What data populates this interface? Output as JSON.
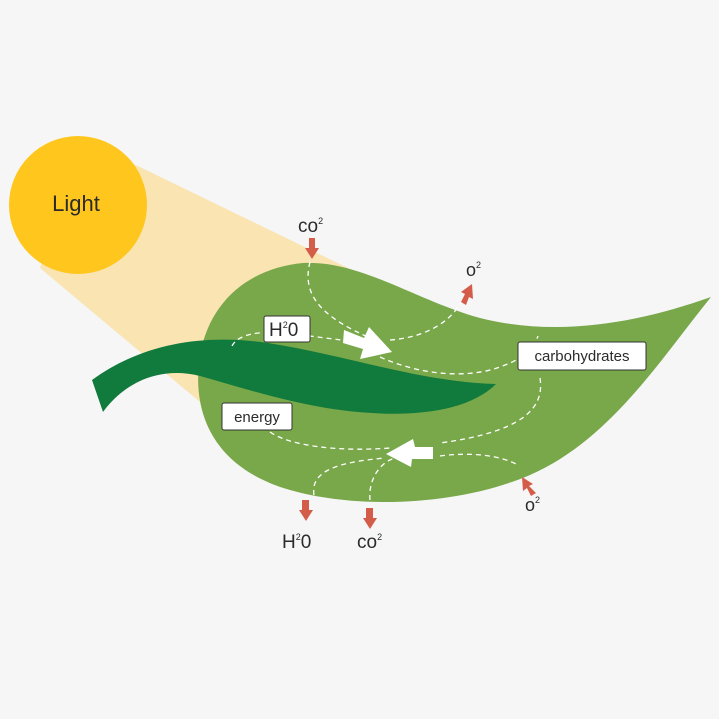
{
  "diagram": {
    "sun_label": "Light",
    "co2_in": {
      "main": "co",
      "sub": "2"
    },
    "o2_out_top": {
      "main": "o",
      "sub": "2"
    },
    "o2_in_right": {
      "main": "o",
      "sub": "2"
    },
    "h2o_box": {
      "main": "H",
      "sub": "2",
      "tail": "0"
    },
    "h2o_out": {
      "main": "H",
      "sub": "2",
      "tail": "0"
    },
    "co2_out": {
      "main": "co",
      "sub": "2"
    },
    "carbohydrates_label": "carbohydrates",
    "energy_label": "energy",
    "colors": {
      "sun": "#ffc61e",
      "light_beam": "#f9e4b2",
      "leaf": "#79a84a",
      "stem": "#117a3d",
      "arrow": "#d45d4a",
      "flow": "#ffffff"
    }
  }
}
